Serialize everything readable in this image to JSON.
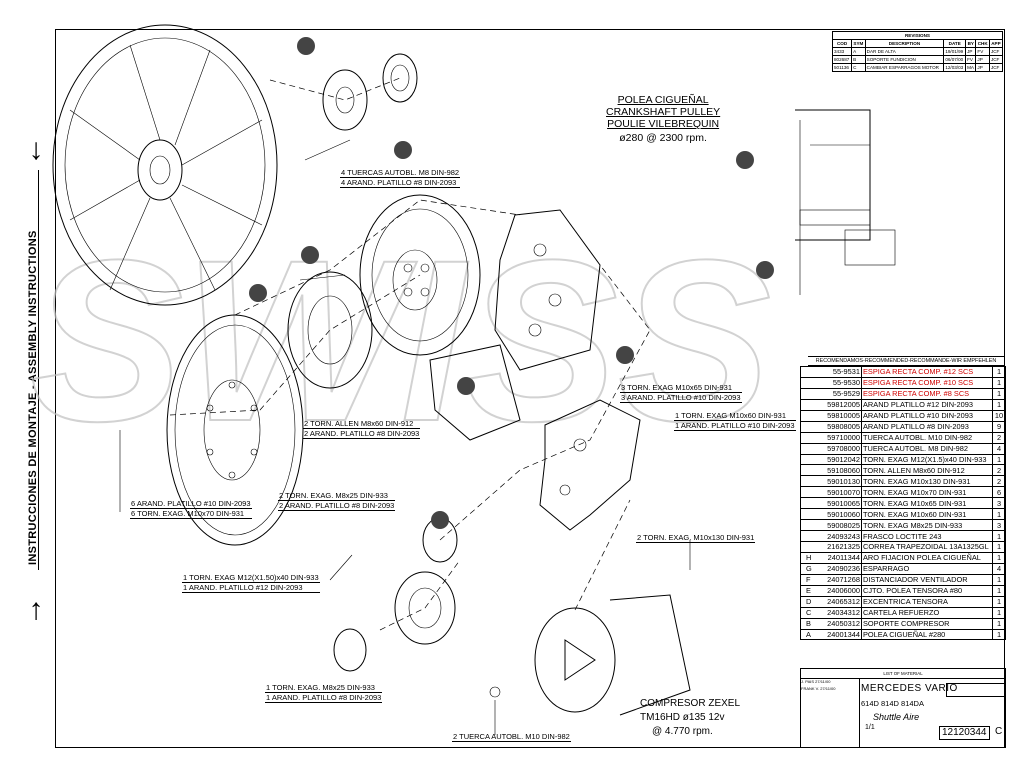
{
  "side_title": "INSTRUCCIONES DE MONTAJE - ASSEMBLY INSTRUCTIONS",
  "part_title": [
    "POLEA CIGUEÑAL",
    "CRANKSHAFT PULLEY",
    "POULIE VILEBREQUIN",
    "ø280 @ 2300 rpm."
  ],
  "compressor": [
    "COMPRESOR ZEXEL",
    "TM16HD ø135 12v",
    "@ 4.770 rpm."
  ],
  "callouts": [
    {
      "lines": [
        "4 TUERCAS AUTOBL. M8 DIN-982",
        "4 ARAND. PLATILLO #8 DIN-2093"
      ]
    },
    {
      "lines": [
        "3 TORN. EXAG M10x65 DIN-931",
        "3 ARAND. PLATILLO #10 DIN-2093"
      ]
    },
    {
      "lines": [
        "1 TORN. EXAG M10x60 DIN-931",
        "1 ARAND. PLATILLO #10 DIN-2093"
      ]
    },
    {
      "lines": [
        "2 TORN. ALLEN M8x60 DIN-912",
        "2 ARAND. PLATILLO #8 DIN-2093"
      ]
    },
    {
      "lines": [
        "6 ARAND. PLATILLO #10 DIN-2093",
        "6 TORN. EXAG. M10x70 DIN-931"
      ]
    },
    {
      "lines": [
        "2 TORN. EXAG. M8x25 DIN-933",
        "2 ARAND. PLATILLO #8 DIN-2093"
      ]
    },
    {
      "lines": [
        "2 TORN. EXAG. M10x130 DIN-931"
      ]
    },
    {
      "lines": [
        "1 TORN. EXAG M12(X1.50)x40 DIN-933",
        "1 ARAND. PLATILLO #12 DIN-2093"
      ]
    },
    {
      "lines": [
        "1 TORN. EXAG. M8x25 DIN-933",
        "1 ARAND. PLATILLO #8 DIN-2093"
      ]
    },
    {
      "lines": [
        "2 TUERCA AUTOBL. M10 DIN-982"
      ]
    }
  ],
  "revisions": {
    "title": "REVISIONS",
    "headers": [
      "COD",
      "SYM",
      "DESCRIPTION",
      "DATE",
      "BY",
      "CHK",
      "APP"
    ],
    "rows": [
      [
        "3433",
        "A",
        "DAR DE ALTA",
        "19/01/99",
        "JP",
        "FV",
        "JCF"
      ],
      [
        "802687",
        "B",
        "SOPORTE FUNDICION",
        "06/07/00",
        "FV",
        "JP",
        "JCF"
      ],
      [
        "501136",
        "C",
        "CAMBIAR ESPARRAGOS MOTOR",
        "12/03/03",
        "MA",
        "JP",
        "JCF"
      ]
    ]
  },
  "bom_header": "RECOMENDAMOS-RECOMMENDED-RECOMMANDE-WIR EMPFEHLEN",
  "bom": [
    {
      "code": "55-9531",
      "desc": "ESPIGA RECTA COMP. #12 SCS",
      "qty": "1",
      "red": true
    },
    {
      "code": "55-9530",
      "desc": "ESPIGA RECTA COMP. #10 SCS",
      "qty": "1",
      "red": true
    },
    {
      "code": "55-9529",
      "desc": "ESPIGA RECTA COMP. #8 SCS",
      "qty": "1",
      "red": true
    },
    {
      "code": "59812005",
      "desc": "ARAND PLATILLO #12 DIN-2093",
      "qty": "1"
    },
    {
      "code": "59810005",
      "desc": "ARAND PLATILLO #10 DIN-2093",
      "qty": "10"
    },
    {
      "code": "59808005",
      "desc": "ARAND PLATILLO #8 DIN-2093",
      "qty": "9"
    },
    {
      "code": "59710000",
      "desc": "TUERCA AUTOBL. M10 DIN-982",
      "qty": "2"
    },
    {
      "code": "59708000",
      "desc": "TUERCA AUTOBL. M8 DIN-982",
      "qty": "4"
    },
    {
      "code": "59012042",
      "desc": "TORN. EXAG M12(X1.5)x40 DIN-933",
      "qty": "1"
    },
    {
      "code": "59108060",
      "desc": "TORN. ALLEN M8x60 DIN-912",
      "qty": "2"
    },
    {
      "code": "59010130",
      "desc": "TORN. EXAG M10x130 DIN-931",
      "qty": "2"
    },
    {
      "code": "59010070",
      "desc": "TORN. EXAG M10x70 DIN-931",
      "qty": "6"
    },
    {
      "code": "59010065",
      "desc": "TORN. EXAG M10x65 DIN-931",
      "qty": "3"
    },
    {
      "code": "59010060",
      "desc": "TORN. EXAG M10x60 DIN-931",
      "qty": "1"
    },
    {
      "code": "59008025",
      "desc": "TORN. EXAG M8x25 DIN-933",
      "qty": "3"
    },
    {
      "code": "24093243",
      "desc": "FRASCO LOCTITE 243",
      "qty": "1"
    },
    {
      "code": "21621325",
      "desc": "CORREA TRAPEZOIDAL 13A1325GL",
      "qty": "1"
    },
    {
      "code": "24011344",
      "ref": "H",
      "desc": "ARO FIJACION POLEA CIGUEÑAL",
      "qty": "1"
    },
    {
      "code": "24090236",
      "ref": "G",
      "desc": "ESPARRAGO",
      "qty": "4"
    },
    {
      "code": "24071268",
      "ref": "F",
      "desc": "DISTANCIADOR VENTILADOR",
      "qty": "1"
    },
    {
      "code": "24006000",
      "ref": "E",
      "desc": "CJTO. POLEA TENSORA #80",
      "qty": "1"
    },
    {
      "code": "24065312",
      "ref": "D",
      "desc": "EXCENTRICA TENSORA",
      "qty": "1"
    },
    {
      "code": "24034312",
      "ref": "C",
      "desc": "CARTELA REFUERZO",
      "qty": "1"
    },
    {
      "code": "24050312",
      "ref": "B",
      "desc": "SOPORTE COMPRESOR",
      "qty": "1"
    },
    {
      "code": "24001344",
      "ref": "A",
      "desc": "POLEA CIGUEÑAL #280",
      "qty": "1"
    }
  ],
  "title_block": {
    "list_of_material": "LIST OF MATERIAL",
    "model": "MERCEDES VARIO",
    "variants": "614D 814D 814DA",
    "subtitle": "Shuttle Aire",
    "drawn": "J. PAIS",
    "drawn_date": "27/11/00",
    "checked": "FRANK V.",
    "checked_date": "27/11/00",
    "scale": "1/1",
    "drawing_number": "12120344",
    "revision": "C"
  },
  "colors": {
    "bom_accent": "#d00000",
    "watermark": "#bfbfbf"
  }
}
